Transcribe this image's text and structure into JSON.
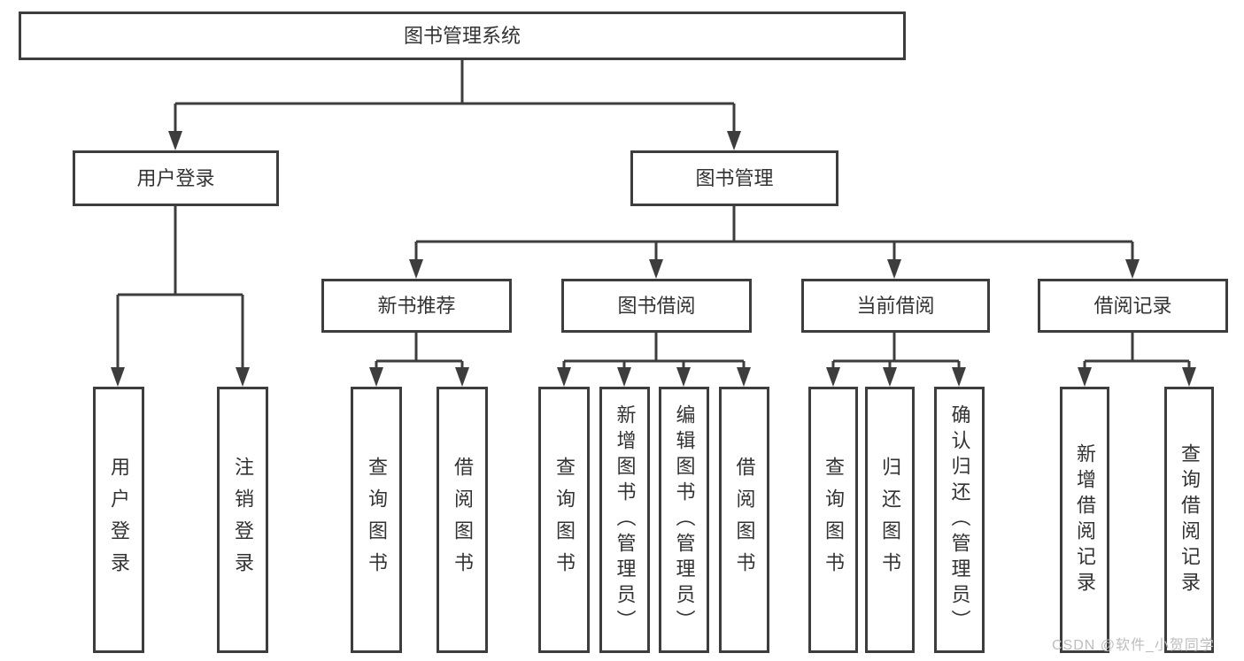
{
  "nodes": {
    "root": {
      "label": "图书管理系统"
    },
    "level1": {
      "user_login": {
        "label": "用户登录"
      },
      "book_management": {
        "label": "图书管理"
      }
    },
    "level2": {
      "new_book_recommend": {
        "label": "新书推荐"
      },
      "book_borrow": {
        "label": "图书借阅"
      },
      "current_borrow": {
        "label": "当前借阅"
      },
      "borrow_records": {
        "label": "借阅记录"
      }
    },
    "leaves": {
      "user_login": {
        "label": "用户登录"
      },
      "logout_login": {
        "label": "注销登录"
      },
      "recommend_query_books": {
        "label": "查询图书"
      },
      "recommend_borrow_books": {
        "label": "借阅图书"
      },
      "borrow_query_books": {
        "label": "查询图书"
      },
      "add_books_admin": {
        "label": "新增图书（管理员）"
      },
      "edit_books_admin": {
        "label": "编辑图书（管理员）"
      },
      "borrow_books": {
        "label": "借阅图书"
      },
      "current_query_books": {
        "label": "查询图书"
      },
      "return_books": {
        "label": "归还图书"
      },
      "confirm_return_admin": {
        "label": "确认归还（管理员）"
      },
      "add_borrow_record": {
        "label": "新增借阅记录"
      },
      "query_borrow_record": {
        "label": "查询借阅记录"
      }
    }
  },
  "watermark": {
    "text": "CSDN @软件_小贺同学"
  },
  "colors": {
    "line": "#3d3d3d",
    "text": "#333333",
    "background": "#ffffff",
    "watermark": "#bdbdbd"
  }
}
